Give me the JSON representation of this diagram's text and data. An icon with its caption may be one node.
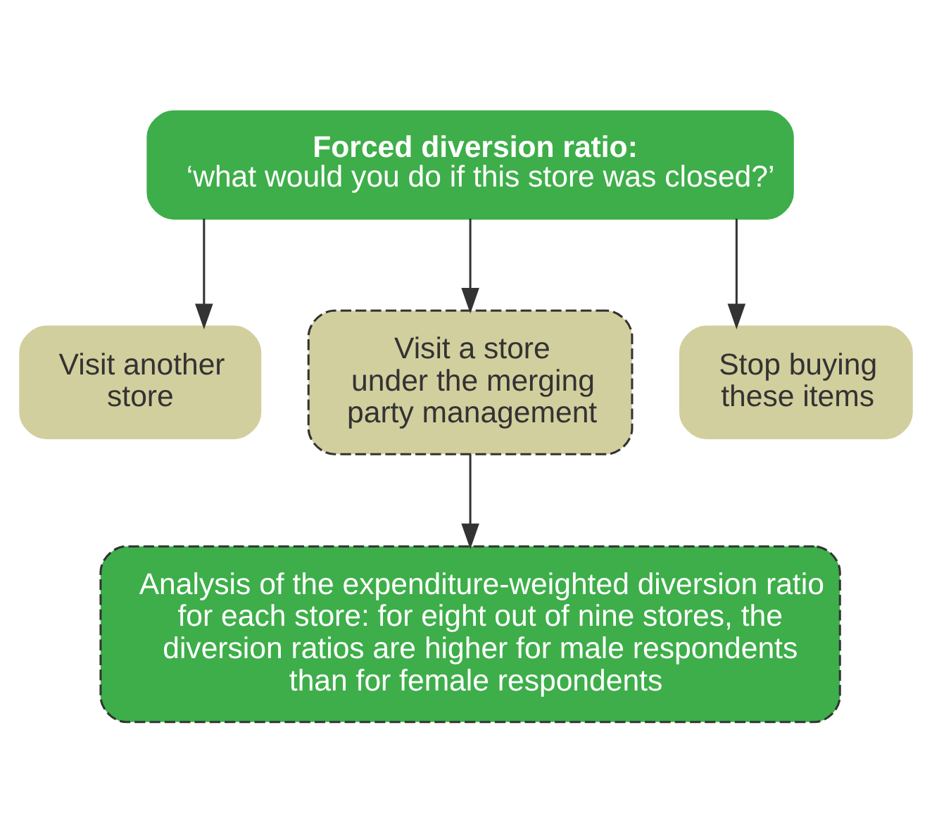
{
  "diagram": {
    "nodes": [
      {
        "text": [
          "Forced diversion ratio:",
          "‘what would you do if this store was closed?’"
        ]
      },
      {
        "text": [
          "Visit another store"
        ]
      },
      {
        "text": [
          "Visit a store under the merging party management"
        ]
      },
      {
        "text": [
          "Stop buying these items"
        ]
      },
      {
        "text": [
          "Analysis of the expenditure-weighted diversion ratio for each store: for eight out of nine stores, the diversion ratios are higher for male respondents than for female respondents"
        ]
      }
    ],
    "edges": [
      {
        "from": 0,
        "to": 1,
        "arrow": "to"
      },
      {
        "from": 0,
        "to": 2,
        "arrow": "to"
      },
      {
        "from": 0,
        "to": 3,
        "arrow": "to"
      },
      {
        "from": 2,
        "to": 4,
        "arrow": "to"
      }
    ]
  }
}
